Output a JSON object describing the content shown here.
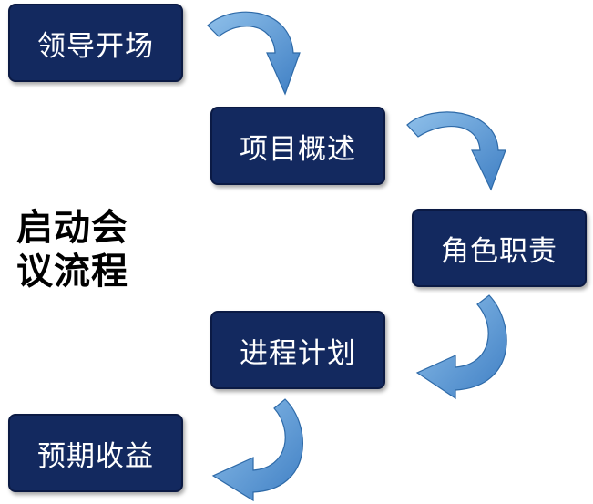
{
  "title": {
    "line1": "启动会",
    "line2": "议流程"
  },
  "steps": [
    {
      "label": "领导开场"
    },
    {
      "label": "项目概述"
    },
    {
      "label": "角色职责"
    },
    {
      "label": "进程计划"
    },
    {
      "label": "预期收益"
    }
  ],
  "colors": {
    "box_fill": "#13295f",
    "box_border": "#0b1a44",
    "arrow_light": "#8fc0ea",
    "arrow_dark": "#3f7fc4",
    "arrow_edge": "#2e6aa8"
  }
}
